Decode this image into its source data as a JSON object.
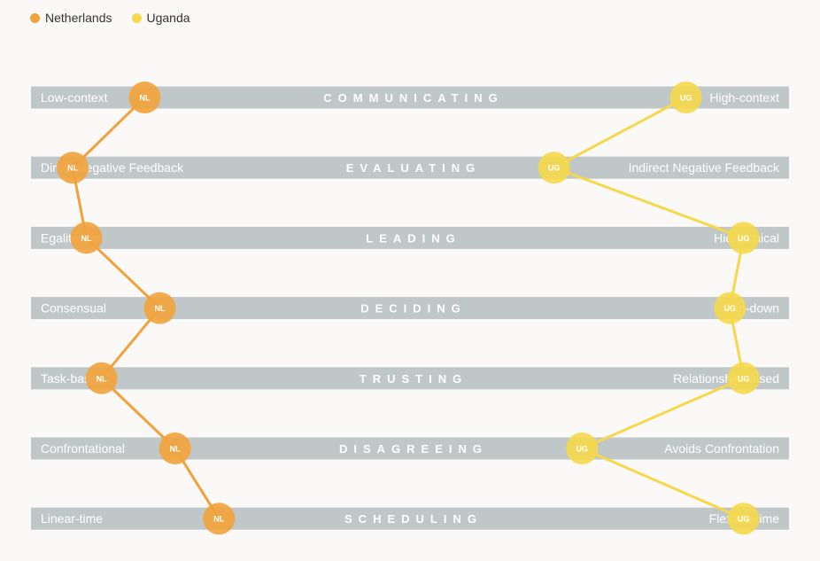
{
  "legend": [
    {
      "name": "Netherlands",
      "color": "#f2a23a"
    },
    {
      "name": "Uganda",
      "color": "#f6d84a"
    }
  ],
  "chart_data": {
    "type": "scatter",
    "description_scale": "position along each scale, 0 = left pole, 100 = right pole",
    "xlim": [
      0,
      100
    ],
    "rows": [
      {
        "title": "COMMUNICATING",
        "left": "Low-context",
        "right": "High-context"
      },
      {
        "title": "EVALUATING",
        "left": "Direct Negative Feedback",
        "right": "Indirect Negative Feedback"
      },
      {
        "title": "LEADING",
        "left": "Egalitarian",
        "right": "Hierarchical"
      },
      {
        "title": "DECIDING",
        "left": "Consensual",
        "right": "Top-down"
      },
      {
        "title": "TRUSTING",
        "left": "Task-based",
        "right": "Relationship-based"
      },
      {
        "title": "DISAGREEING",
        "left": "Confrontational",
        "right": "Avoids Confrontation"
      },
      {
        "title": "SCHEDULING",
        "left": "Linear-time",
        "right": "Flexible-time"
      }
    ],
    "series": [
      {
        "name": "Netherlands",
        "code": "NL",
        "color": "#f2a23a",
        "values": [
          15,
          5.5,
          7.3,
          17,
          9.3,
          19,
          24.8
        ]
      },
      {
        "name": "Uganda",
        "code": "UG",
        "color": "#f6d84a",
        "values": [
          86.4,
          69,
          94,
          92.2,
          94,
          72.7,
          94
        ]
      }
    ]
  }
}
